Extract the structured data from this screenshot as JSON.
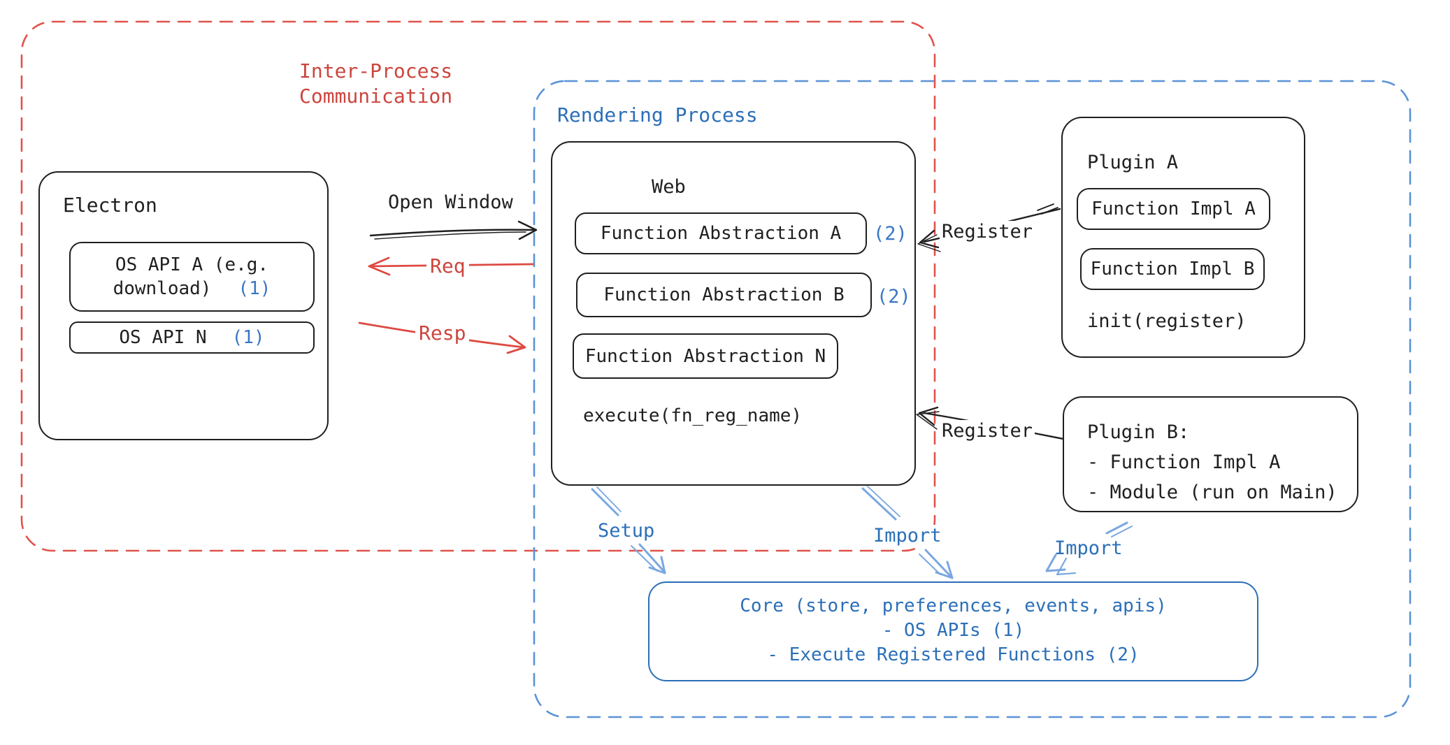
{
  "colors": {
    "black": "#1f1f1f",
    "red": "#cc453e",
    "red_dash": "#e0534b",
    "blue_text": "#2b6fb8",
    "blue_badge": "#3b76c4",
    "blue_dash": "#5b93d6",
    "blue_arrow": "#7aa7e0"
  },
  "ipc_group": {
    "label_line1": "Inter-Process",
    "label_line2": "Communication"
  },
  "rendering_group": {
    "label": "Rendering Process"
  },
  "electron_box": {
    "title": "Electron",
    "os_api_a": {
      "line1": "OS API A (e.g.",
      "line2": "download)",
      "badge": "(1)"
    },
    "os_api_n": {
      "label": "OS API N",
      "badge": "(1)"
    }
  },
  "web_box": {
    "title": "Web",
    "fn_a": {
      "label": "Function Abstraction A",
      "badge": "(2)"
    },
    "fn_b": {
      "label": "Function Abstraction B",
      "badge": "(2)"
    },
    "fn_n": {
      "label": "Function Abstraction N"
    },
    "execute": "execute(fn_reg_name)"
  },
  "plugin_a_box": {
    "title": "Plugin A",
    "impl_a": "Function Impl A",
    "impl_b": "Function Impl B",
    "init": "init(register)"
  },
  "plugin_b_box": {
    "title": "Plugin B:",
    "item1": "- Function Impl A",
    "item2": "- Module (run on Main)"
  },
  "core_box": {
    "line1": "Core (store, preferences, events, apis)",
    "line2": "- OS APIs (1)",
    "line3": "- Execute Registered Functions (2)"
  },
  "arrows": {
    "open_window": "Open Window",
    "req": "Req",
    "resp": "Resp",
    "register_top": "Register",
    "register_bottom": "Register",
    "setup": "Setup",
    "import_web": "Import",
    "import_plugin": "Import"
  }
}
